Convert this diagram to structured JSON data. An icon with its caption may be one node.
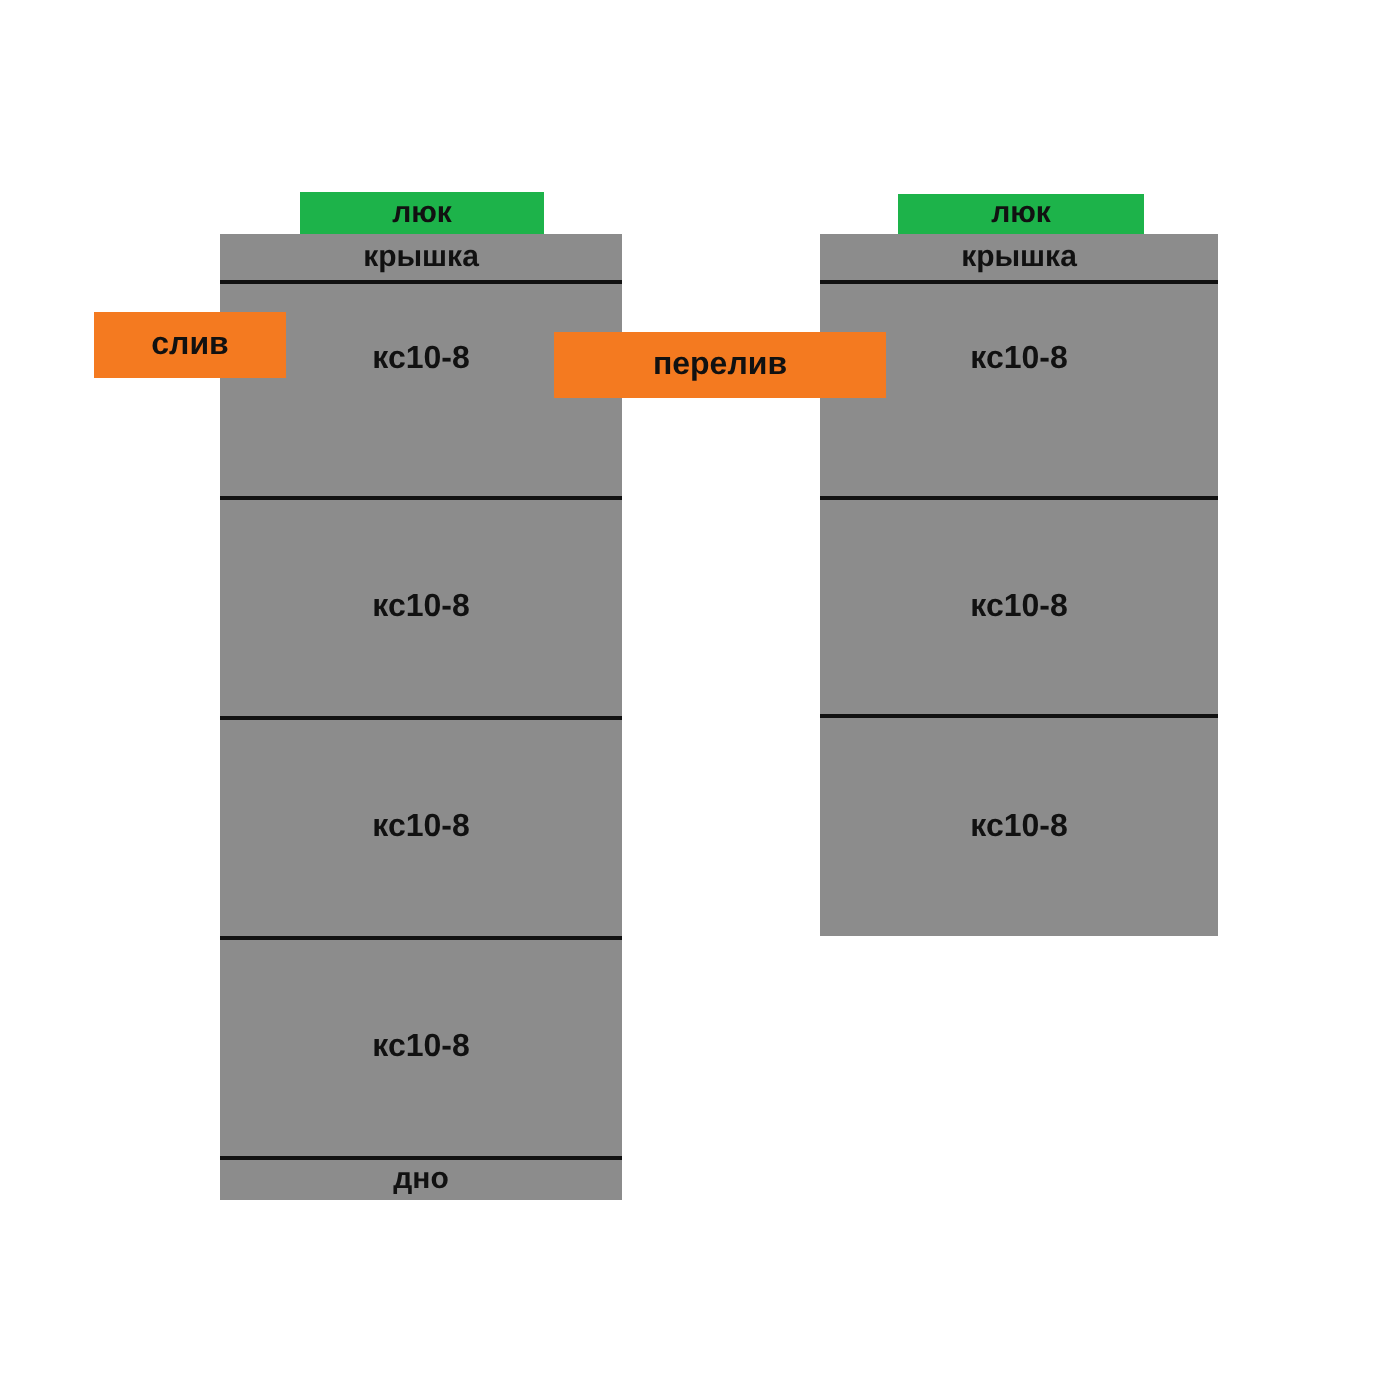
{
  "diagram": {
    "nodes": [
      {
        "text": [
          "люк"
        ]
      },
      {
        "text": [
          "крышка"
        ]
      },
      {
        "text": [
          "кс10-8"
        ]
      },
      {
        "text": [
          "кс10-8"
        ]
      },
      {
        "text": [
          "кс10-8"
        ]
      },
      {
        "text": [
          "кс10-8"
        ]
      },
      {
        "text": [
          "дно"
        ]
      },
      {
        "text": [
          "слив"
        ]
      },
      {
        "text": [
          "перелив"
        ]
      },
      {
        "text": [
          "люк"
        ]
      },
      {
        "text": [
          "крышка"
        ]
      },
      {
        "text": [
          "кс10-8"
        ]
      },
      {
        "text": [
          "кс10-8"
        ]
      },
      {
        "text": [
          "кс10-8"
        ]
      }
    ]
  }
}
